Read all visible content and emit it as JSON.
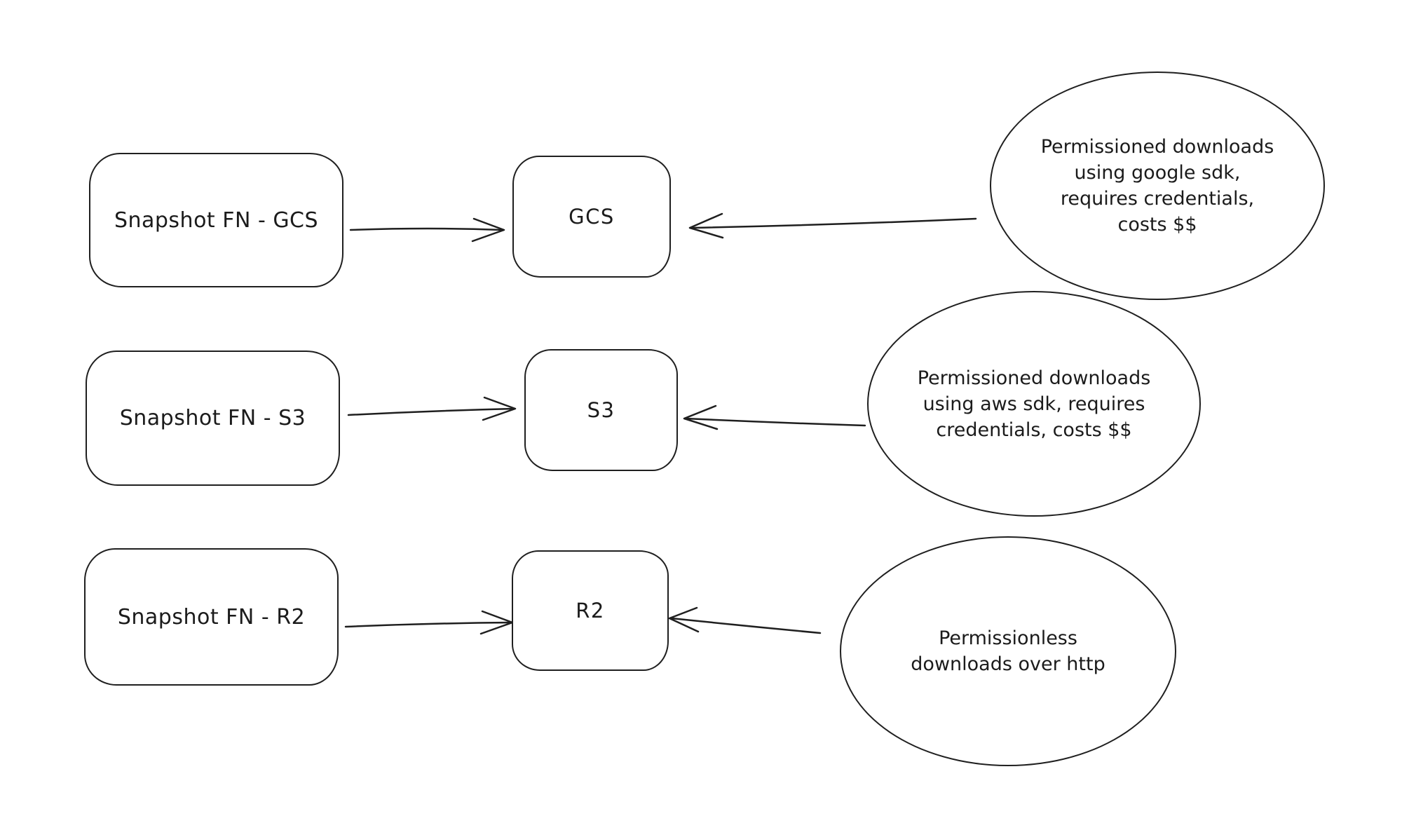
{
  "canvas": {
    "background": "#ffffff",
    "stroke_color": "#1f1f1f",
    "text_color": "#1b1b1b"
  },
  "rows": [
    {
      "source": "Snapshot FN - GCS",
      "target": "GCS",
      "note": "Permissioned downloads\nusing google sdk,\nrequires credentials,\ncosts $$"
    },
    {
      "source": "Snapshot FN - S3",
      "target": "S3",
      "note": "Permissioned downloads\nusing aws sdk, requires\ncredentials, costs $$"
    },
    {
      "source": "Snapshot FN - R2",
      "target": "R2",
      "note": "Permissionless\ndownloads over http"
    }
  ]
}
